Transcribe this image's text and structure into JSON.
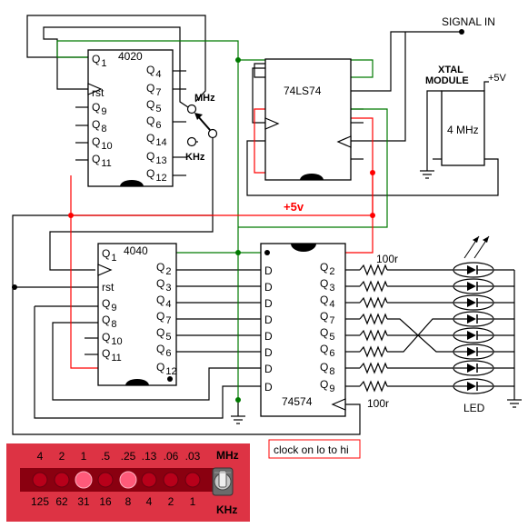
{
  "chips": {
    "c4020": {
      "name": "4020",
      "left_pins": [
        "Q",
        "1",
        "rst",
        "Q",
        "9",
        "Q",
        "8",
        "Q",
        "10",
        "Q",
        "11"
      ],
      "right_pins": [
        "Q",
        "4",
        "Q",
        "7",
        "Q",
        "5",
        "Q",
        "6",
        "Q",
        "14",
        "Q",
        "13",
        "Q",
        "12"
      ]
    },
    "c74ls74": {
      "name": "74LS74"
    },
    "c4040": {
      "name": "4040",
      "left_pins": [
        "Q",
        "1",
        "rst",
        "Q",
        "9",
        "Q",
        "8",
        "Q",
        "10",
        "Q",
        "11"
      ],
      "right_pins": [
        "Q",
        "2",
        "Q",
        "3",
        "Q",
        "4",
        "Q",
        "7",
        "Q",
        "5",
        "Q",
        "6",
        "Q",
        "12"
      ]
    },
    "c74574": {
      "name": "74574",
      "inputs": [
        "D",
        "D",
        "D",
        "D",
        "D",
        "D",
        "D",
        "D"
      ],
      "outputs": [
        "Q",
        "2",
        "Q",
        "3",
        "Q",
        "4",
        "Q",
        "7",
        "Q",
        "5",
        "Q",
        "6",
        "Q",
        "8",
        "Q",
        "9"
      ]
    }
  },
  "labels": {
    "signal_in": "SIGNAL IN",
    "xtal_module_1": "XTAL",
    "xtal_module_2": "MODULE",
    "xtal_freq": "4 MHz",
    "plus5v_small": "+5V",
    "plus5v_rail": "+5v",
    "mhz": "MHz",
    "khz": "KHz",
    "r_top": "100r",
    "r_bottom": "100r",
    "led": "LED",
    "clock_note": "clock on lo to hi"
  },
  "panel": {
    "top_values": [
      "4",
      "2",
      "1",
      ".5",
      ".25",
      ".13",
      ".06",
      ".03"
    ],
    "bottom_values": [
      "125",
      "62",
      "31",
      "16",
      "8",
      "4",
      "2",
      "1"
    ],
    "switch_top": "MHz",
    "switch_bottom": "KHz",
    "lit_leds": [
      2,
      4
    ],
    "colors": {
      "panel": "#dd3344",
      "led_off": "#b8001a",
      "led_on": "#ff5a7a"
    }
  }
}
